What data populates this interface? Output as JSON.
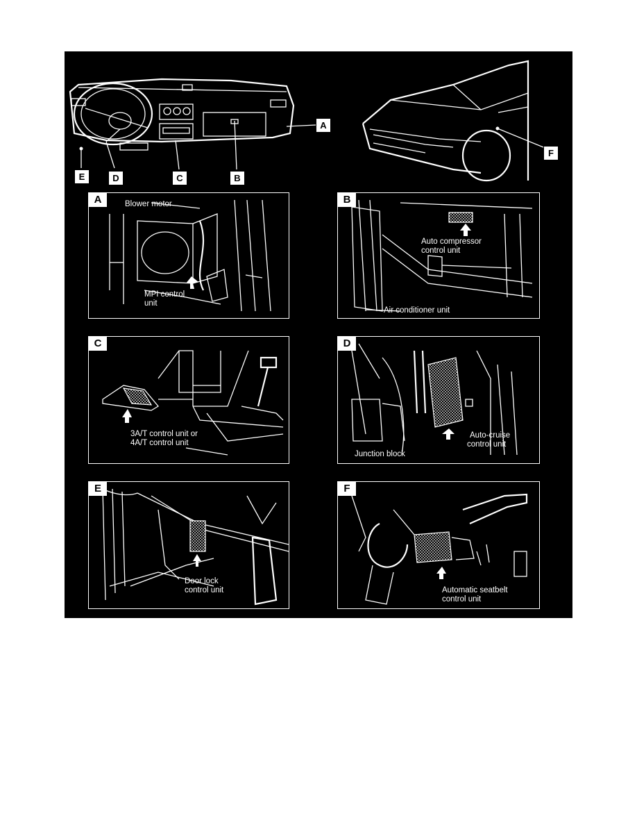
{
  "callouts": {
    "A": "A",
    "B": "B",
    "C": "C",
    "D": "D",
    "E": "E",
    "F": "F"
  },
  "panels": {
    "A": {
      "badge": "A",
      "labels": {
        "blower": "Blower motor",
        "mpi1": "MPI control",
        "mpi2": "unit"
      }
    },
    "B": {
      "badge": "B",
      "labels": {
        "auto1": "Auto compressor",
        "auto2": "control unit",
        "air": "Air conditioner unit"
      }
    },
    "C": {
      "badge": "C",
      "labels": {
        "at1": "3A/T control unit or",
        "at2": "4A/T control unit"
      }
    },
    "D": {
      "badge": "D",
      "labels": {
        "cruise1": "Auto-cruise",
        "cruise2": "control unit",
        "junction": "Junction block"
      }
    },
    "E": {
      "badge": "E",
      "labels": {
        "door1": "Door lock",
        "door2": "control unit"
      }
    },
    "F": {
      "badge": "F",
      "labels": {
        "seat1": "Automatic seatbelt",
        "seat2": "control unit"
      }
    }
  },
  "colors": {
    "background": "#000000",
    "line": "#ffffff",
    "page": "#ffffff"
  }
}
